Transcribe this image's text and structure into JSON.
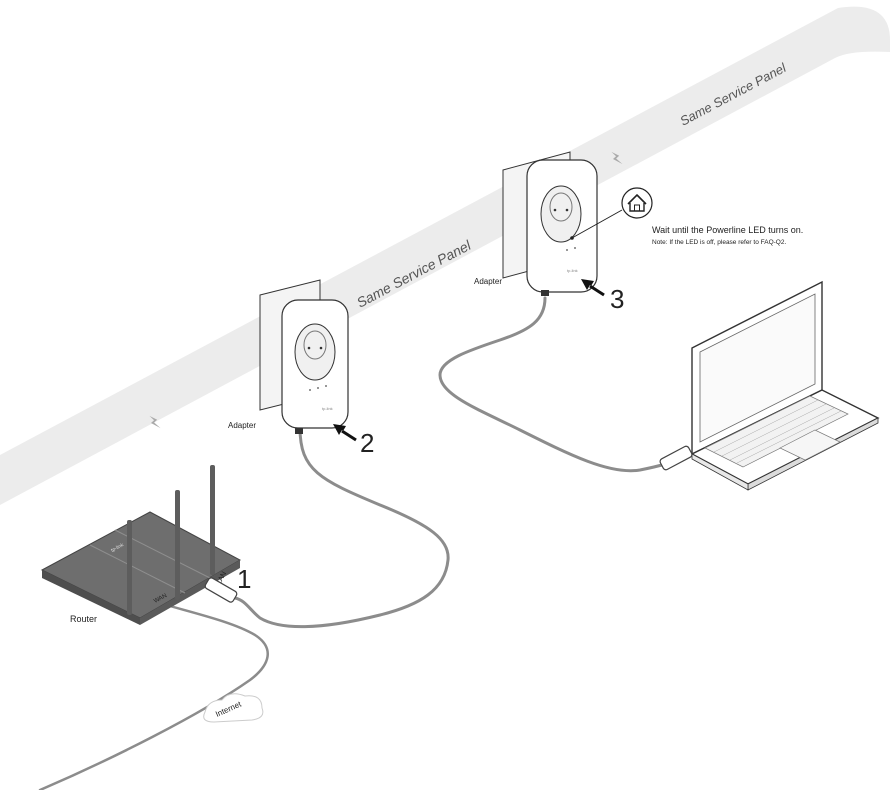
{
  "band": {
    "label_1": "Same Service Panel",
    "label_2": "Same Service Panel"
  },
  "devices": {
    "router": "Router",
    "adapter_1": "Adapter",
    "adapter_2": "Adapter",
    "port_lan": "LAN",
    "port_wan": "WAN",
    "internet": "Internet"
  },
  "steps": {
    "step_1": "1",
    "step_2": "2",
    "step_3": "3"
  },
  "instruction": {
    "main": "Wait until the Powerline LED turns on.",
    "note": "Note: If the LED is off, please refer to FAQ-Q2."
  },
  "icons": {
    "powerline_led": "home-icon",
    "power": "lightning-icon"
  },
  "colors": {
    "band": "#ececec",
    "cable": "#8c8c8c",
    "device_body": "#ffffff",
    "router_body": "#7a7a7a"
  }
}
